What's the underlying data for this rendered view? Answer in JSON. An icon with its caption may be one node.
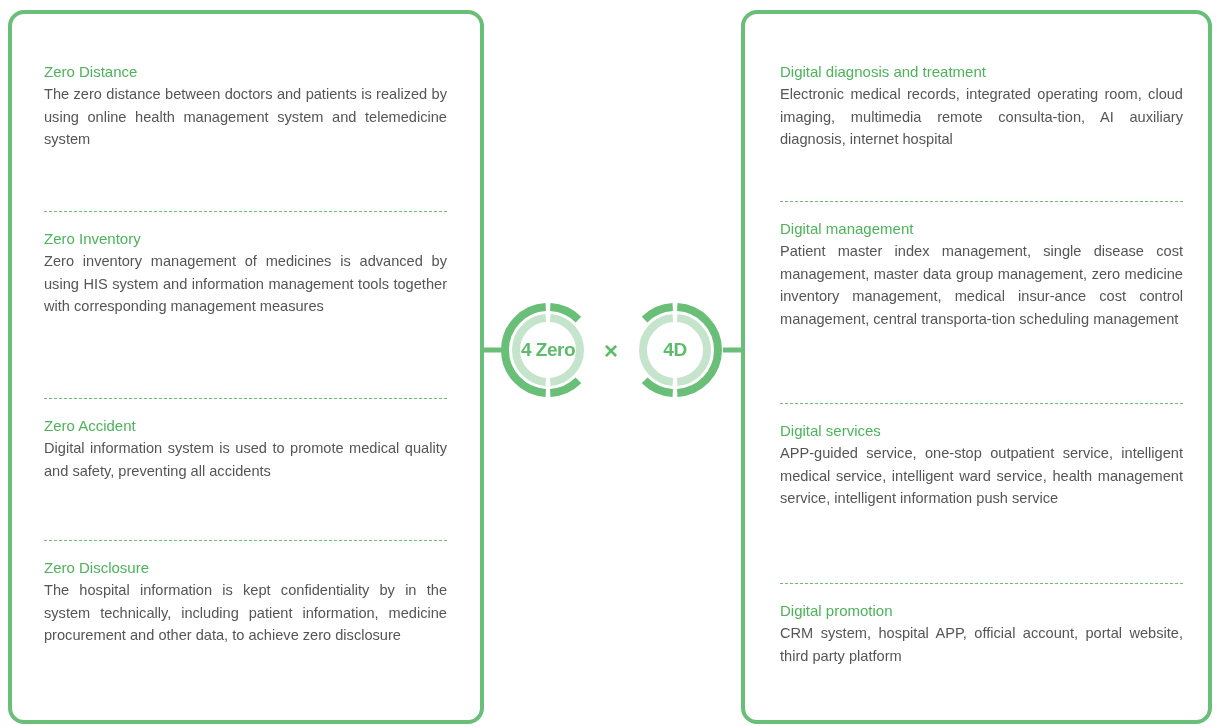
{
  "diagram": {
    "nodes": [
      {
        "text": [],
        "shape": "box"
      },
      {
        "text": [
          "Zero Distance",
          "The zero distance between doctors and patients is realized by using online health management system and telemedicine system"
        ],
        "in": 0
      },
      {
        "text": [
          "Zero Inventory",
          "Zero inventory management of medicines is advanced by using HIS system and information management tools together with corresponding management measures"
        ],
        "in": 0
      },
      {
        "text": [
          "Zero Accident",
          "Digital information system is used to promote medical quality and safety, preventing all accidents"
        ],
        "in": 0
      },
      {
        "text": [
          "Zero Disclosure",
          "The hospital information is kept confidentiality by in the system technically, including patient information, medicine procurement and other data, to achieve zero disclosure"
        ],
        "in": 0
      },
      {
        "text": [
          "4 Zero"
        ]
      },
      {
        "text": [
          "4D"
        ]
      },
      {
        "text": [],
        "shape": "box"
      },
      {
        "text": [
          "Digital diagnosis and treatment",
          "Electronic medical records, integrated operating room, cloud imaging, multimedia remote consulta-tion, AI auxiliary diagnosis, internet hospital"
        ],
        "in": 7
      },
      {
        "text": [
          "Digital management",
          "Patient master index management, single disease cost management, master data group management, zero medicine inventory management, medical insur-ance cost control management, central transporta-tion scheduling management"
        ],
        "in": 7
      },
      {
        "text": [
          "Digital services",
          "APP-guided service, one-stop outpatient service, intelligent medical service, intelligent ward service, health management service, intelligent information push service"
        ],
        "in": 7
      },
      {
        "text": [
          "Digital promotion",
          "CRM system, hospital APP, official account, portal website, third party platform"
        ],
        "in": 7
      }
    ],
    "edges": [
      {
        "from": 0,
        "to": 5,
        "arrow": "none"
      },
      {
        "from": 6,
        "to": 7,
        "arrow": "none"
      }
    ],
    "labels": [
      "×"
    ]
  }
}
